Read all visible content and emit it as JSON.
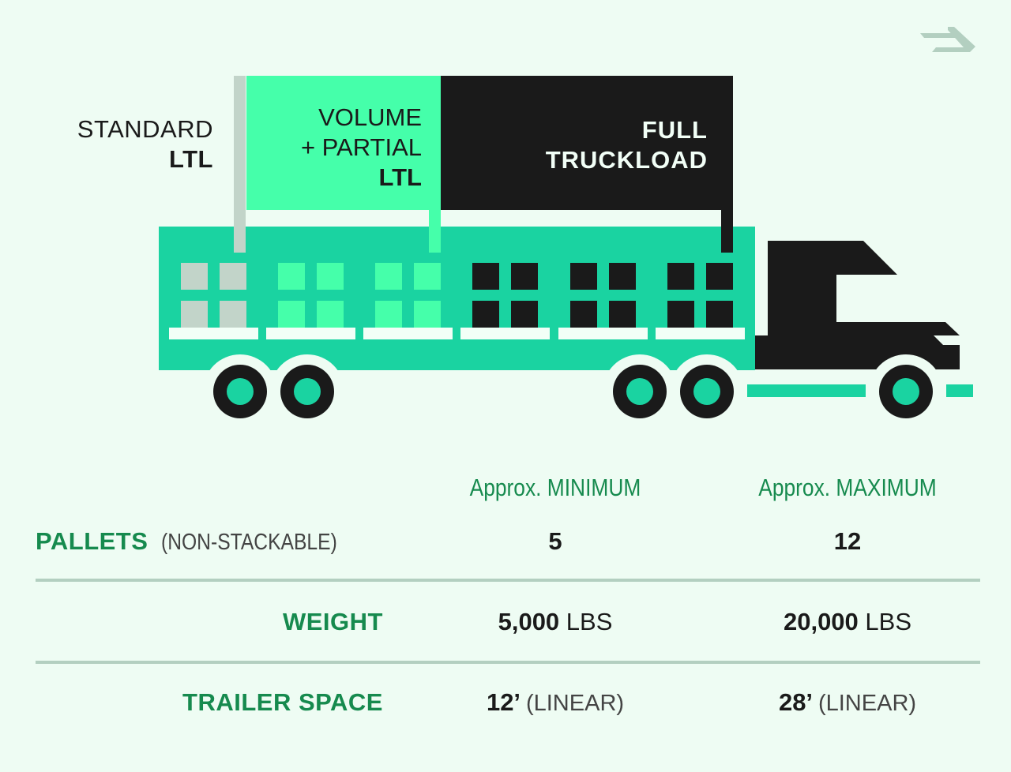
{
  "logo": {
    "icon": "arrow-logo-icon",
    "color": "#b3cfc0"
  },
  "categories": {
    "standard": {
      "line1": "STANDARD",
      "line2": "LTL",
      "color": "#c2d4c9"
    },
    "volume": {
      "line1": "VOLUME",
      "line2": "+ PARTIAL",
      "line3": "LTL",
      "color": "#45ffaa"
    },
    "ftl": {
      "line1": "FULL",
      "line2": "TRUCKLOAD",
      "color": "#1a1a1a"
    }
  },
  "truck": {
    "body_color": "#1ad3a1",
    "cab_color": "#1a1a1a",
    "pallet_color": "#f2fff7"
  },
  "table": {
    "headers": {
      "min": "Approx. MINIMUM",
      "max": "Approx. MAXIMUM"
    },
    "rows": [
      {
        "label": "PALLETS",
        "sublabel": "(NON-STACKABLE)",
        "min": "5",
        "min_unit": "",
        "max": "12",
        "max_unit": ""
      },
      {
        "label": "WEIGHT",
        "sublabel": "",
        "min": "5,000",
        "min_unit": "LBS",
        "max": "20,000",
        "max_unit": "LBS"
      },
      {
        "label": "TRAILER SPACE",
        "sublabel": "",
        "min": "12’",
        "min_unit": "(LINEAR)",
        "max": "28’",
        "max_unit": "(LINEAR)"
      }
    ]
  }
}
